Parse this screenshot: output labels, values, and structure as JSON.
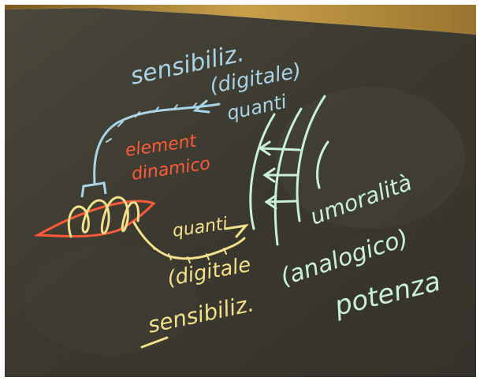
{
  "colors": {
    "board": "#3d3a30",
    "board_light": "#4a463a",
    "wood": "#b08a3a",
    "chalk_blue": "#a9d3e6",
    "chalk_yellow": "#f2e08a",
    "chalk_red": "#ff5a3a",
    "chalk_green": "#c9f0d8"
  },
  "blue_labels": {
    "sensibiliz": "sensibiliz.",
    "digitale": "(digitale)",
    "quanti": "quanti"
  },
  "red_labels": {
    "element": "element",
    "dinamico": "dinamico"
  },
  "yellow_labels": {
    "quanti": "quanti",
    "digitale": "(digitale",
    "sensibiliz": "sensibiliz."
  },
  "green_labels": {
    "umoralita": "umoralità",
    "analogico": "(analogico)",
    "potenza": "potenza"
  }
}
